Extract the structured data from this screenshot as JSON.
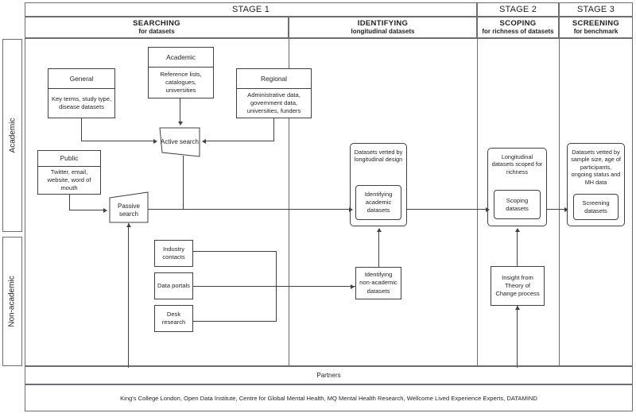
{
  "header": {
    "stages": [
      {
        "id": "stage-1",
        "label": "STAGE 1",
        "title": "SEARCHING",
        "subtitle": "for datasets"
      },
      {
        "id": "stage-1b",
        "label": "",
        "title": "IDENTIFYING",
        "subtitle": "longitudinal datasets"
      },
      {
        "id": "stage-2",
        "label": "STAGE 2",
        "title": "SCOPING",
        "subtitle": "for richness of datasets"
      },
      {
        "id": "stage-3",
        "label": "STAGE 3",
        "title": "SCREENING",
        "subtitle": "for benchmark"
      }
    ]
  },
  "rails": {
    "academic": "Academic",
    "non_academic": "Non-academic"
  },
  "academic_sources": [
    {
      "id": "general",
      "head": "General",
      "body": "Key terms, study type, disease datasets"
    },
    {
      "id": "academic",
      "head": "Academic",
      "body": "Reference lists, catalogues, universities"
    },
    {
      "id": "regional",
      "head": "Regional",
      "body": "Administrative data, government data, universities, funders"
    },
    {
      "id": "public",
      "head": "Public",
      "body": "Twitter, email, website, word of mouth"
    }
  ],
  "processes": {
    "active_search": "Active search",
    "passive_search": "Passive search"
  },
  "non_academic_sources": [
    {
      "id": "industry-contacts",
      "label": "Industry contacts"
    },
    {
      "id": "data-portals",
      "label": "Data portals"
    },
    {
      "id": "desk-research",
      "label": "Desk research"
    }
  ],
  "identifying": {
    "vetted_text": "Datasets vetted by longitudinal design",
    "inner_label": "Identifying academic datasets",
    "non_academic_box": "Identifying non-academic datasets"
  },
  "scoping": {
    "vetted_text": "Longitudinal datasets scoped for richness",
    "inner_label": "Scoping datasets",
    "insight_box": "Insight from Theory of Change process"
  },
  "screening": {
    "vetted_text": "Datasets vetted by sample size, age of participants, ongoing status and MH data",
    "inner_label": "Screening datasets"
  },
  "footer": {
    "partners_label": "Partners",
    "partners_list": "King's College London, Open Data Institute, Centre for Global Mental Health, MQ Mental Health Research,  Wellcome Lived Experience Experts, DATAMIND"
  },
  "colors": {
    "line": "#414042",
    "frame": "#6d6e71",
    "text": "#231f20",
    "background": "#ffffff"
  }
}
